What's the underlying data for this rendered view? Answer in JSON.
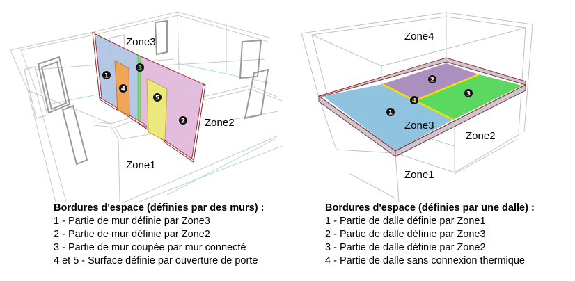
{
  "left_figure": {
    "zones": [
      {
        "id": "zone3",
        "label": "Zone3"
      },
      {
        "id": "zone2",
        "label": "Zone2"
      },
      {
        "id": "zone1",
        "label": "Zone1"
      }
    ],
    "markers": [
      "1",
      "2",
      "3",
      "4",
      "5"
    ],
    "colors": {
      "part1": "#a8bfe3",
      "part2": "#e0b6da",
      "part3": "#7fdc6a",
      "part4": "#f0a65a",
      "part5": "#ede87a",
      "border": "#9c2a2a"
    },
    "legend": {
      "title": "Bordures d'espace (définies par des murs) :",
      "items": [
        "1 - Partie de mur définie par Zone3",
        "2 - Partie de mur définie par Zone2",
        "3 - Partie de mur coupée par mur connecté",
        "4 et 5 - Surface définie par ouverture de porte"
      ]
    }
  },
  "right_figure": {
    "zones": [
      {
        "id": "zone4",
        "label": "Zone4"
      },
      {
        "id": "zone3",
        "label": "Zone3"
      },
      {
        "id": "zone2",
        "label": "Zone2"
      },
      {
        "id": "zone1",
        "label": "Zone1"
      }
    ],
    "markers": [
      "1",
      "2",
      "3",
      "4"
    ],
    "colors": {
      "part1": "#8fc3e0",
      "part2": "#ab8fbf",
      "part3": "#5bd860",
      "part4": "#f2e200",
      "border": "#9c2a2a"
    },
    "legend": {
      "title": "Bordures d'espace (définies par une dalle) :",
      "items": [
        "1 - Partie de dalle définie par Zone1",
        "2 - Partie de dalle définie par Zone3",
        "3 - Partie de dalle définie par Zone2",
        "4 - Partie de dalle sans connexion thermique"
      ]
    }
  }
}
